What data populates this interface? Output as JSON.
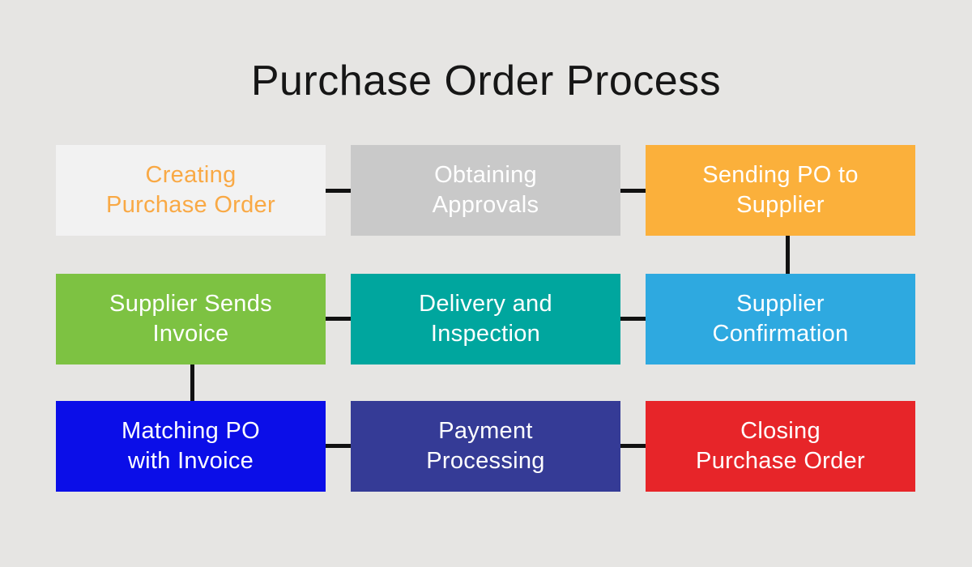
{
  "title": "Purchase Order Process",
  "colors": {
    "background": "#e6e5e3",
    "title_text": "#161616",
    "connector": "#111111",
    "white_text": "#ffffff"
  },
  "flowchart": {
    "nodes": [
      {
        "id": "creating-purchase-order",
        "line1": "Creating",
        "line2": "Purchase Order",
        "bg": "#f2f2f2",
        "text": "#f9a945"
      },
      {
        "id": "obtaining-approvals",
        "line1": "Obtaining",
        "line2": "Approvals",
        "bg": "#c9c9c9",
        "text": "#ffffff"
      },
      {
        "id": "sending-po-to-supplier",
        "line1": "Sending PO to",
        "line2": "Supplier",
        "bg": "#fbb03b",
        "text": "#ffffff"
      },
      {
        "id": "supplier-sends-invoice",
        "line1": "Supplier Sends",
        "line2": "Invoice",
        "bg": "#7dc242",
        "text": "#ffffff"
      },
      {
        "id": "delivery-and-inspection",
        "line1": "Delivery and",
        "line2": "Inspection",
        "bg": "#00a69e",
        "text": "#ffffff"
      },
      {
        "id": "supplier-confirmation",
        "line1": "Supplier",
        "line2": "Confirmation",
        "bg": "#2ea9e0",
        "text": "#ffffff"
      },
      {
        "id": "matching-po-with-invoice",
        "line1": "Matching PO",
        "line2": "with Invoice",
        "bg": "#0b0ee8",
        "text": "#ffffff"
      },
      {
        "id": "payment-processing",
        "line1": "Payment",
        "line2": "Processing",
        "bg": "#353b96",
        "text": "#ffffff"
      },
      {
        "id": "closing-purchase-order",
        "line1": "Closing",
        "line2": "Purchase Order",
        "bg": "#e72529",
        "text": "#ffffff"
      }
    ]
  }
}
